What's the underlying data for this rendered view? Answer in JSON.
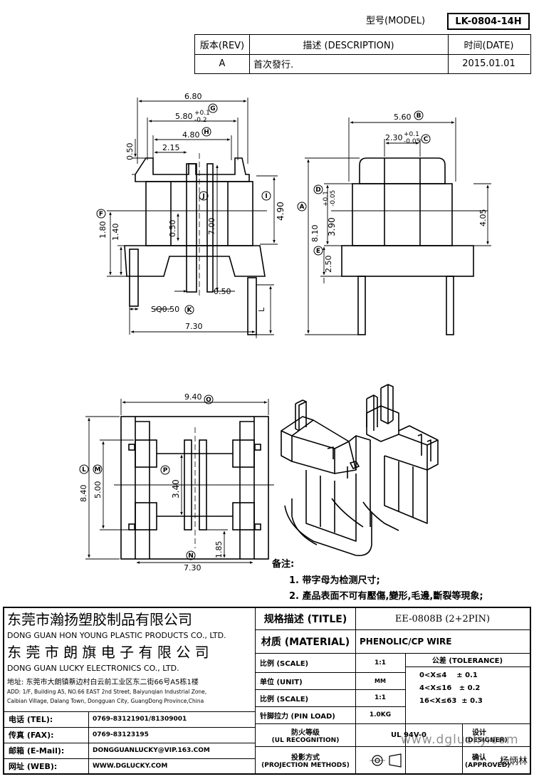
{
  "header": {
    "model_label": "型号(MODEL)",
    "model_value": "LK-0804-14H",
    "rev_label": "版本(REV)",
    "desc_label": "描述 (DESCRIPTION)",
    "date_label": "时间(DATE)",
    "rev_value": "A",
    "desc_value": "首次發行.",
    "date_value": "2015.01.01"
  },
  "dims": {
    "d680": "6.80",
    "d580": "5.80",
    "d580_tol_plus": "+0.1",
    "d580_tol_minus": "-0.2",
    "d480": "4.80",
    "d215": "2.15",
    "d050a": "0.50",
    "d180": "1.80",
    "d140": "1.40",
    "d050b": "0.50",
    "d700": "7.00",
    "d490": "4.90",
    "d050c": "0.50",
    "sq": "SQ0.50",
    "d730a": "7.30",
    "L": "L",
    "d560": "5.60",
    "d230": "2.30",
    "d230_tol_plus": "+0.1",
    "d230_tol_minus": "-0.05",
    "d810": "8.10",
    "d390": "3.90",
    "d390_tol_plus": "+0.1",
    "d390_tol_minus": "-0.05",
    "d250": "2.50",
    "d405": "4.05",
    "d940": "9.40",
    "d840": "8.40",
    "d500": "5.00",
    "d340": "3.40",
    "d185": "1.85",
    "d730b": "7.30"
  },
  "balloons": [
    "A",
    "B",
    "C",
    "D",
    "E",
    "F",
    "G",
    "H",
    "I",
    "J",
    "K",
    "L",
    "M",
    "N",
    "O",
    "P"
  ],
  "notes": {
    "title": "备注:",
    "n1": "1. 带字母为检测尺寸;",
    "n2": "2. 產品表面不可有壓傷,變形,毛邊,斷裂等現象;"
  },
  "company": {
    "cn1": "东莞市瀚扬塑胶制品有限公司",
    "en1": "DONG GUAN HON YOUNG PLASTIC PRODUCTS CO., LTD.",
    "cn2": "东 莞 市 朗 旗 电 子 有 限 公 司",
    "en2": "DONG GUAN LUCKY ELECTRONICS CO., LTD.",
    "addr_cn": "地址: 东莞市大朗镇蔡边村白云前工业区东二街66号A5栋1楼",
    "addr_en1": "ADD: 1/F, Building A5, NO.66 EAST 2nd Street, Baiyunqian Industrial Zone,",
    "addr_en2": "Caibian Village, Dalang Town, Dongguan City, GuangDong Province,China"
  },
  "contacts": [
    {
      "label": "电话 (TEL):",
      "value": "0769-83121901/81309001"
    },
    {
      "label": "传真 (FAX):",
      "value": "0769-83123195"
    },
    {
      "label": "邮箱 (E-Mail):",
      "value": "DONGGUANLUCKY@VIP.163.COM"
    },
    {
      "label": "网址 (WEB):",
      "value": "WWW.DGLUCKY.COM"
    }
  ],
  "spec": {
    "title_label": "规格描述 (TITLE)",
    "title_value": "EE-0808B (2+2PIN)",
    "material_label": "材质 (MATERIAL)",
    "material_value": "PHENOLIC/CP WIRE",
    "scale_label": "比例 (SCALE)",
    "scale_value": "1:1",
    "tolerance_label": "公差 (TOLERANCE)",
    "unit_label": "单位 (UNIT)",
    "unit_value": "MM",
    "scale2_label": "比例 (SCALE)",
    "scale2_value": "1:1",
    "pin_label": "针脚拉力 (PIN LOAD)",
    "pin_value": "1.0KG",
    "ul_label1": "防火等级",
    "ul_label2": "(UL RECOGNITION)",
    "ul_value": "UL 94V-0",
    "proj_label1": "投影方式",
    "proj_label2": "(PROJECTION METHODS)",
    "tol1": "0<X≤4    ± 0.1",
    "tol2": "4<X≤16   ± 0.2",
    "tol3": "16<X≤63  ± 0.3",
    "designer_label1": "设计",
    "designer_label2": "(DESIGNER)",
    "approved_label1": "确认",
    "approved_label2": "(APPROVED)",
    "approver": "杨炳林"
  },
  "watermark": "www.dglucky.com"
}
